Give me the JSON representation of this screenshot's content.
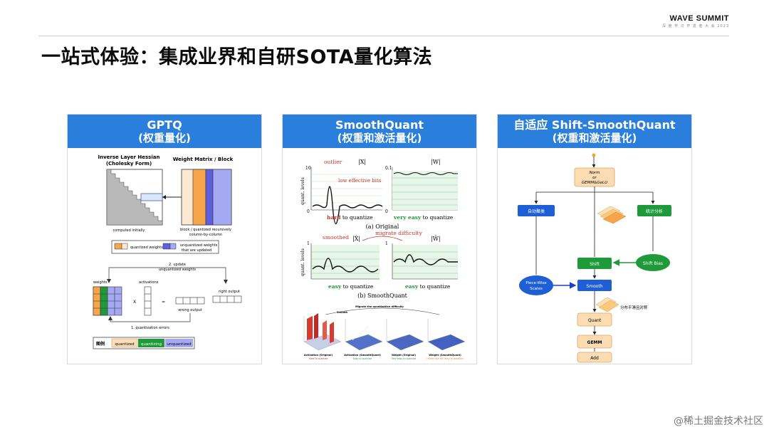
{
  "brand": {
    "name": "WAVE SUMMIT",
    "sub": "深 度 学 习 开 发 者 大 会 2023"
  },
  "page_title": "一站式体验：集成业界和自研SOTA量化算法",
  "panels": [
    {
      "title": "GPTQ",
      "subtitle": "(权重量化)",
      "labels": {
        "hessian": "Inverse Layer Hessian",
        "cholesky": "(Cholesky Form)",
        "weight_matrix": "Weight Matrix / Block",
        "computed": "computed initially",
        "block1": "block / quantized recursively",
        "block2": "column-by-column",
        "legend_quantized": "quantized weights",
        "legend_unq1": "unquantized weights",
        "legend_unq2": "that are updated",
        "update1": "2. update",
        "update2": "unquantized weights",
        "weights": "weights",
        "activations": "activations",
        "times": "X",
        "equals": "=",
        "right_output": "right output",
        "wrong_output": "wrong output",
        "errors": "1. quantization errors",
        "tuli": "图例",
        "tag_quantized": "quantized",
        "tag_quantizing": "quantizing",
        "tag_unquantized": "unquantized"
      }
    },
    {
      "title": "SmoothQuant",
      "subtitle": "(权重和激活量化)",
      "labels": {
        "outlier": "outlier",
        "x_label": "|X|",
        "w_label": "|W|",
        "ten": "10",
        "zero": "0",
        "one": "1",
        "pt1": "0.1",
        "low_bits": "low effective bits",
        "quant_levels": "quant. levels",
        "hard": "hard",
        "to_quantize": " to quantize",
        "very_easy": "very easy",
        "original": "(a) Original",
        "smoothed": "smoothed",
        "migrate": "migrate difficulty",
        "xhat_label": "|X̂|",
        "what_label": "|Ŵ|",
        "easy": "easy",
        "smoothquant": "(b) SmoothQuant",
        "bottom_migrate": "Migrate the quantization difficulty",
        "bottom_smooth": "Smooth",
        "cap1": "Activation (Original)",
        "cap2": "Activation (SmoothQuant)",
        "cap3": "Weight (Original)",
        "cap4": "Weight (SmoothQuant)",
        "sub1": "Hard to quantize",
        "sub2": "Easy to quantize",
        "sub3": "Very easy to quantize",
        "sub4": "Harder but still easy to quantize"
      }
    },
    {
      "title": "自适应 Shift-SmoothQuant",
      "subtitle": "(权重和激活量化)",
      "labels": {
        "norm1": "Norm",
        "norm2": "or",
        "norm3": "GEMM&GeLU",
        "cluster": "自动聚类",
        "stats": "统计分析",
        "shift": "Shift",
        "shift_bias": "Shift Bias",
        "piecewise1": "Piece-Wise",
        "piecewise2": "Scales",
        "smooth": "Smooth",
        "dist": "分布平滑且对称",
        "quant": "Quant",
        "gemm": "GEMM",
        "add": "Add"
      }
    }
  ],
  "footer": "@稀土掘金技术社区",
  "colors": {
    "header_blue": "#2a7fdc",
    "accent_orange": "#f6a54b",
    "accent_green": "#1f9a3a",
    "accent_purple": "#9c9cf0"
  }
}
